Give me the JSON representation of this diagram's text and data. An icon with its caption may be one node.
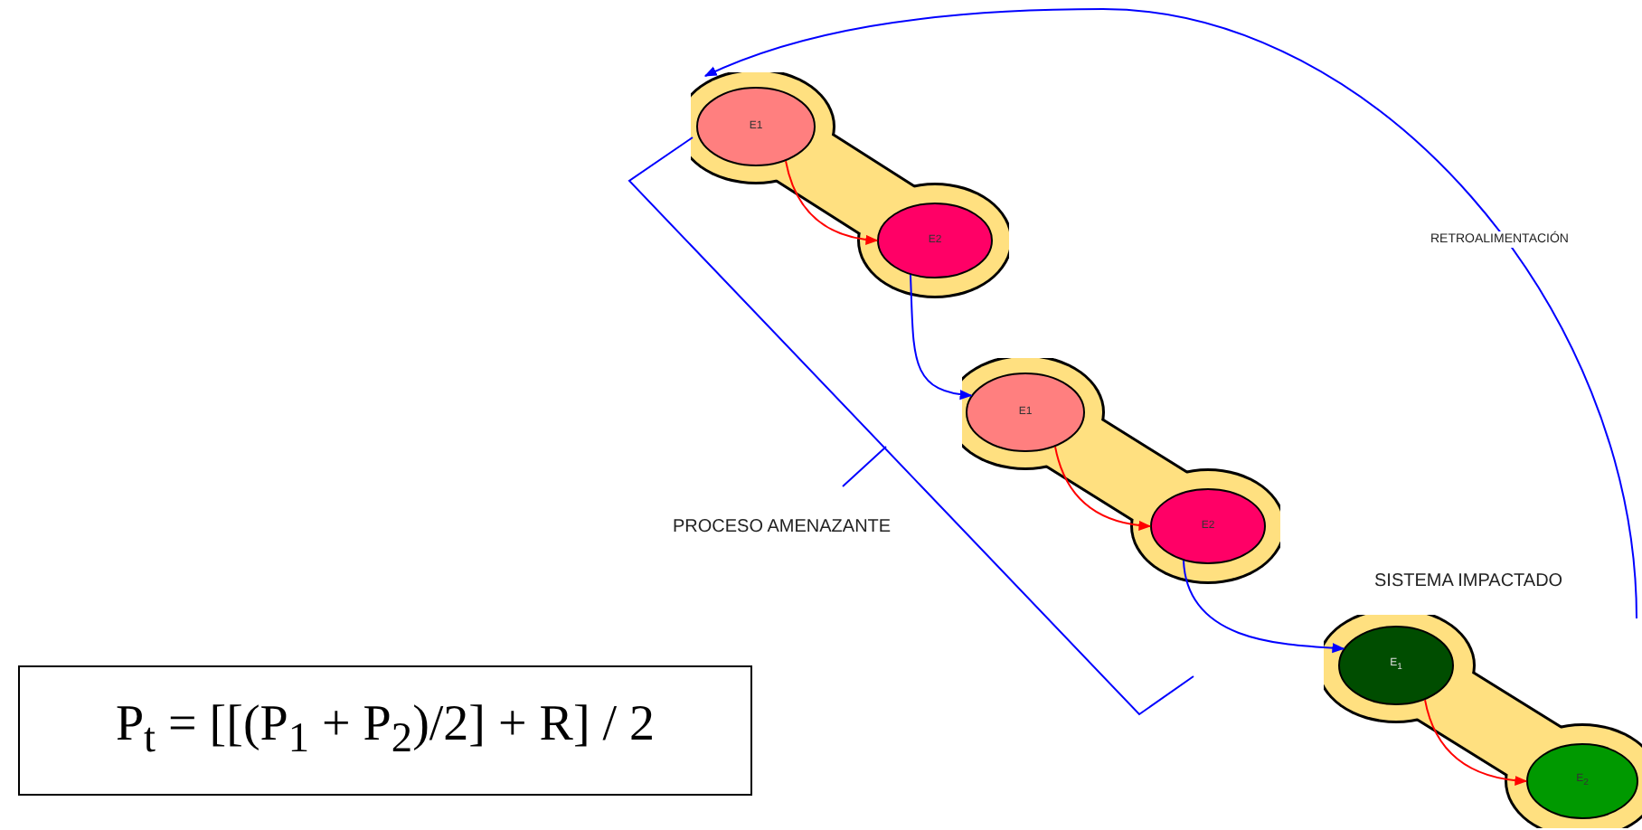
{
  "diagram": {
    "nodes": [
      {
        "text": [],
        "shape": "blob"
      },
      {
        "text": [
          "E1"
        ],
        "in": 0
      },
      {
        "text": [
          "E2"
        ],
        "in": 0
      },
      {
        "text": [],
        "shape": "blob"
      },
      {
        "text": [
          "E1"
        ],
        "in": 3
      },
      {
        "text": [
          "E2"
        ],
        "in": 3
      },
      {
        "text": [
          "SISTEMA IMPACTADO"
        ]
      },
      {
        "text": [
          "E$_{1}$"
        ],
        "in": 6
      },
      {
        "text": [
          "E$_{2}$"
        ],
        "in": 6
      },
      {
        "text": [
          "P$_{t}$ = [[(P$_{1}$ + P$_{2}$)/2] + R] / 2"
        ]
      }
    ],
    "edges": [
      {
        "from": 1,
        "to": 2,
        "arrow": "to",
        "color": "#ff0000"
      },
      {
        "from": 4,
        "to": 5,
        "arrow": "to",
        "color": "#ff0000"
      },
      {
        "from": 7,
        "to": 8,
        "arrow": "to",
        "color": "#ff0000"
      },
      {
        "from": 2,
        "to": 4,
        "arrow": "to",
        "color": "#0000ff"
      },
      {
        "from": 5,
        "to": 7,
        "arrow": "to",
        "color": "#0000ff"
      },
      {
        "from": 6,
        "to": 0,
        "arrow": "to",
        "label": "RETROALIMENTACIÓN",
        "color": "#0000ff"
      }
    ],
    "labels": [
      "PROCESO AMENAZANTE"
    ]
  }
}
